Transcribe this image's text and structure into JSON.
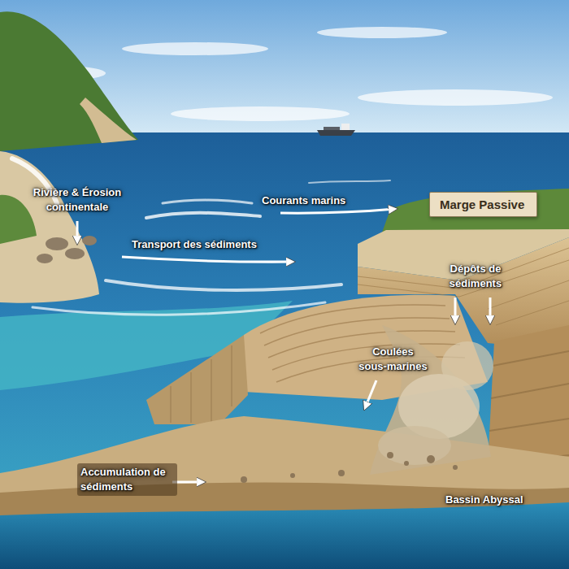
{
  "diagram": {
    "nodes": [
      {
        "text": [
          "Marge Passive"
        ]
      }
    ],
    "labels": [
      "Rivière & Érosion continentale",
      "Courants marins",
      "Transport des sédiments",
      "Dépôts de sédiments",
      "Coulées sous-marines",
      "Accumulation de sédiments",
      "Bassin Abyssal"
    ]
  }
}
